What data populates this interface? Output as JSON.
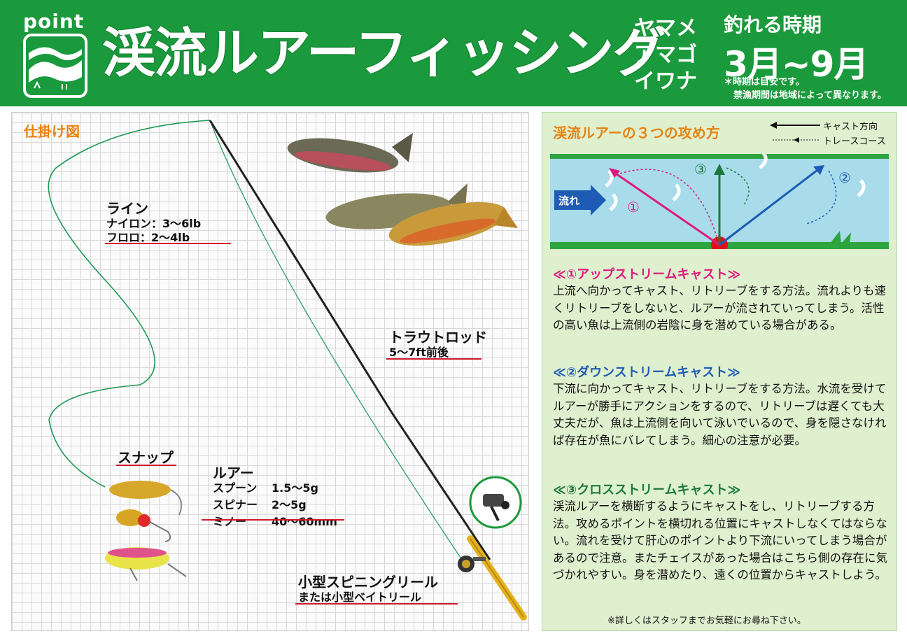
{
  "header": {
    "logo_text": "point",
    "title": "渓流ルアーフィッシング",
    "species": [
      "ヤマメ",
      "アマゴ",
      "イワナ"
    ],
    "season_label": "釣れる時期",
    "season_value": "3月~9月",
    "season_note_1": "＊時期は目安です。",
    "season_note_2": "禁漁期間は地域によって異なります。"
  },
  "rig": {
    "title": "仕掛け図",
    "line_label": "ライン",
    "line_spec_1": "ナイロン：3～6lb",
    "line_spec_2": "フロロ：2～4lb",
    "rod_label": "トラウトロッド",
    "rod_spec": "5～7ft前後",
    "snap_label": "スナップ",
    "lure_label": "ルアー",
    "lures": [
      {
        "name": "スプーン",
        "size": "1.5～5g"
      },
      {
        "name": "スピナー",
        "size": "2～5g"
      },
      {
        "name": "ミノー",
        "size": "40～60mm"
      }
    ],
    "reel_label": "小型スピニングリール",
    "reel_sub": "または小型ベイトリール"
  },
  "methods": {
    "title": "渓流ルアーの３つの攻め方",
    "legend_cast": "キャスト方向",
    "legend_trace": "トレースコース",
    "flow_label": "流れ",
    "markers": [
      "①",
      "②",
      "③"
    ],
    "sections": [
      {
        "heading": "≪①アップストリームキャスト≫",
        "body": "上流へ向かってキャスト、リトリーブをする方法。流れよりも速くリトリーブをしないと、ルアーが流されていってしまう。活性の高い魚は上流側の岩陰に身を潜めている場合がある。"
      },
      {
        "heading": "≪②ダウンストリームキャスト≫",
        "body": "下流に向かってキャスト、リトリーブをする方法。水流を受けてルアーが勝手にアクションをするので、リトリーブは遅くても大丈夫だが、魚は上流側を向いて泳いでいるので、身を隠さなければ存在が魚にバレてしまう。細心の注意が必要。"
      },
      {
        "heading": "≪③クロスストリームキャスト≫",
        "body": "渓流ルアーを横断するようにキャストをし、リトリーブする方法。攻めるポイントを横切れる位置にキャストしなくてはならない。流れを受けて肝心のポイントより下流にいってしまう場合があるので注意。またチェイスがあった場合はこちら側の存在に気づかれやすい。身を潜めたり、遠くの位置からキャストしよう。"
      }
    ],
    "footnote": "※詳しくはスタッフまでお気軽にお尋ね下さい。"
  },
  "colors": {
    "header_green": "#1a9a3c",
    "upstream_pink": "#e0197d",
    "downstream_blue": "#1d5bb5",
    "cross_green": "#1a7a3a",
    "accent_orange": "#e8830f",
    "label_red": "#d1192b"
  },
  "icons": [
    "river-logo-icon",
    "trout-fish-icon",
    "spoon-lure-icon",
    "spinner-lure-icon",
    "minnow-lure-icon",
    "reel-icon",
    "caster-position-icon"
  ]
}
